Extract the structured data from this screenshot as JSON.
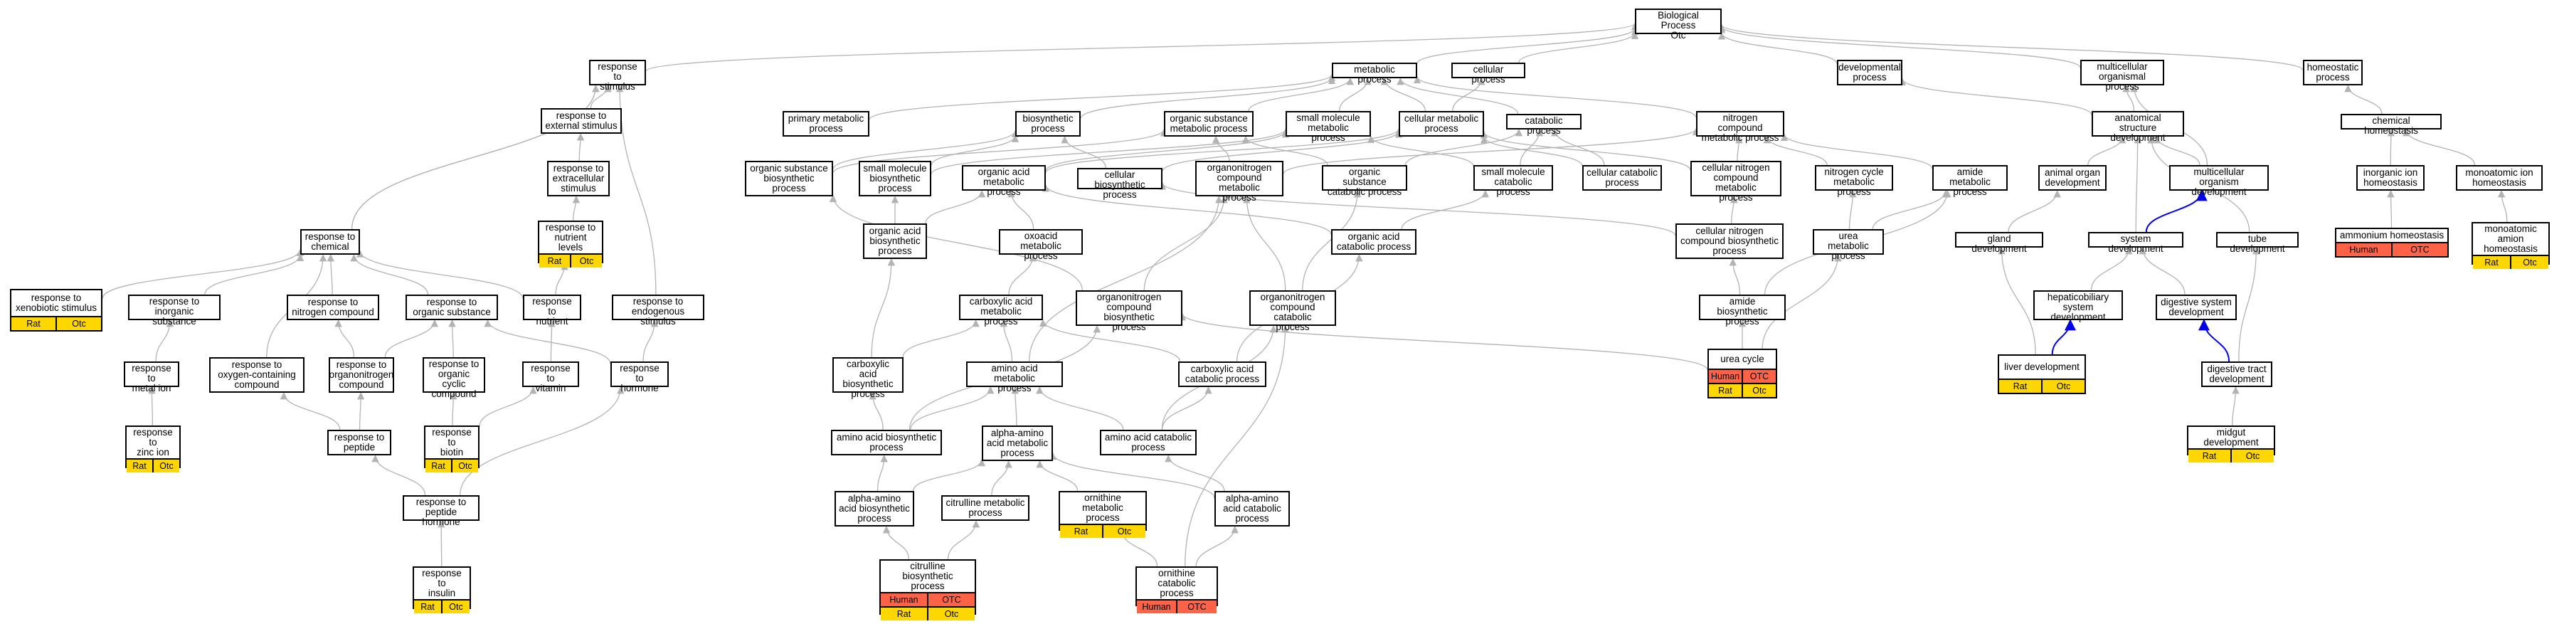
{
  "colors": {
    "edge": "#b3b3b3",
    "edge_highlight": "#0000ee",
    "rat_annotation": "#ffd700",
    "human_annotation": "#ff6347",
    "node_border": "#000000",
    "background": "#ffffff"
  },
  "nodes": [
    {
      "id": "bp",
      "label": "Biological Process\nOtc"
    },
    {
      "id": "resp_stim",
      "label": "response to\nstimulus"
    },
    {
      "id": "metab",
      "label": "metabolic process"
    },
    {
      "id": "cellproc",
      "label": "cellular process"
    },
    {
      "id": "devproc",
      "label": "developmental\nprocess"
    },
    {
      "id": "multiorg",
      "label": "multicellular\norganismal process"
    },
    {
      "id": "homeo",
      "label": "homeostatic\nprocess"
    },
    {
      "id": "resp_ext",
      "label": "response to\nexternal stimulus"
    },
    {
      "id": "primmet",
      "label": "primary metabolic\nprocess"
    },
    {
      "id": "biosyn",
      "label": "biosynthetic\nprocess"
    },
    {
      "id": "orgsub_met",
      "label": "organic substance\nmetabolic process"
    },
    {
      "id": "smallmol_met",
      "label": "small molecule\nmetabolic process"
    },
    {
      "id": "cellmet",
      "label": "cellular metabolic\nprocess"
    },
    {
      "id": "catab",
      "label": "catabolic process"
    },
    {
      "id": "nitro_met",
      "label": "nitrogen compound\nmetabolic process"
    },
    {
      "id": "anat",
      "label": "anatomical structure\ndevelopment"
    },
    {
      "id": "chemhomeo",
      "label": "chemical homeostasis"
    },
    {
      "id": "resp_extra",
      "label": "response to\nextracellular\nstimulus"
    },
    {
      "id": "orgsub_bio",
      "label": "organic substance\nbiosynthetic\nprocess"
    },
    {
      "id": "smallmol_bio",
      "label": "small molecule\nbiosynthetic\nprocess"
    },
    {
      "id": "orgacid_met",
      "label": "organic acid\nmetabolic process"
    },
    {
      "id": "cellbio",
      "label": "cellular biosynthetic\nprocess"
    },
    {
      "id": "orgN_met",
      "label": "organonitrogen\ncompound metabolic\nprocess"
    },
    {
      "id": "orgsub_cat",
      "label": "organic substance\ncatabolic process"
    },
    {
      "id": "smallmol_cat",
      "label": "small molecule\ncatabolic process"
    },
    {
      "id": "cellcat",
      "label": "cellular catabolic\nprocess"
    },
    {
      "id": "cellN_met",
      "label": "cellular nitrogen\ncompound metabolic\nprocess"
    },
    {
      "id": "Ncycle",
      "label": "nitrogen cycle\nmetabolic process"
    },
    {
      "id": "amide_met",
      "label": "amide metabolic\nprocess"
    },
    {
      "id": "animal_organ",
      "label": "animal organ\ndevelopment"
    },
    {
      "id": "multi_dev",
      "label": "multicellular\norganism development"
    },
    {
      "id": "inorg_homeo",
      "label": "inorganic ion\nhomeostasis"
    },
    {
      "id": "monoion_homeo",
      "label": "monoatomic ion\nhomeostasis"
    },
    {
      "id": "resp_nutr_lvl",
      "label": "response to\nnutrient levels",
      "ann": [
        {
          "type": "rat",
          "left": "Rat",
          "right": "Otc"
        }
      ]
    },
    {
      "id": "resp_chem",
      "label": "response to\nchemical"
    },
    {
      "id": "orgacid_bio",
      "label": "organic acid\nbiosynthetic\nprocess"
    },
    {
      "id": "oxo_met",
      "label": "oxoacid metabolic\nprocess"
    },
    {
      "id": "orgacid_cat",
      "label": "organic acid\ncatabolic process"
    },
    {
      "id": "cellN_bio",
      "label": "cellular nitrogen\ncompound biosynthetic\nprocess"
    },
    {
      "id": "urea_met",
      "label": "urea metabolic\nprocess"
    },
    {
      "id": "gland_dev",
      "label": "gland development"
    },
    {
      "id": "sys_dev",
      "label": "system development"
    },
    {
      "id": "tube_dev",
      "label": "tube development"
    },
    {
      "id": "ammon_homeo",
      "label": "ammonium homeostasis",
      "ann": [
        {
          "type": "human",
          "left": "Human",
          "right": "OTC"
        }
      ]
    },
    {
      "id": "monoamine_homeo",
      "label": "monoatomic amion\nhomeostasis",
      "ann": [
        {
          "type": "rat",
          "left": "Rat",
          "right": "Otc"
        }
      ]
    },
    {
      "id": "resp_xeno",
      "label": "response to\nxenobiotic stimulus",
      "ann": [
        {
          "type": "rat",
          "left": "Rat",
          "right": "Otc"
        }
      ]
    },
    {
      "id": "resp_inorg",
      "label": "response to\ninorganic substance"
    },
    {
      "id": "resp_nitro",
      "label": "response to\nnitrogen compound"
    },
    {
      "id": "resp_orgsub",
      "label": "response to\norganic substance"
    },
    {
      "id": "resp_nutr",
      "label": "response to\nnutrient"
    },
    {
      "id": "resp_endo",
      "label": "response to\nendogenous stimulus"
    },
    {
      "id": "carbox_met",
      "label": "carboxylic acid\nmetabolic process"
    },
    {
      "id": "orgN_bio",
      "label": "organonitrogen\ncompound biosynthetic\nprocess"
    },
    {
      "id": "orgN_cat",
      "label": "organonitrogen\ncompound catabolic\nprocess"
    },
    {
      "id": "amide_bio",
      "label": "amide biosynthetic\nprocess"
    },
    {
      "id": "hepato_dev",
      "label": "hepaticobiliary\nsystem development"
    },
    {
      "id": "digsys_dev",
      "label": "digestive system\ndevelopment"
    },
    {
      "id": "resp_metal",
      "label": "response to\nmetal ion"
    },
    {
      "id": "resp_oxy",
      "label": "response to\noxygen-containing\ncompound"
    },
    {
      "id": "resp_orgN",
      "label": "response to\norganonitrogen\ncompound"
    },
    {
      "id": "resp_orgcyc",
      "label": "response to\norganic cyclic\ncompound"
    },
    {
      "id": "resp_vit",
      "label": "response to\nvitamin"
    },
    {
      "id": "resp_horm",
      "label": "response to\nhormone"
    },
    {
      "id": "carbox_bio",
      "label": "carboxylic acid\nbiosynthetic\nprocess"
    },
    {
      "id": "aa_met",
      "label": "amino acid metabolic\nprocess"
    },
    {
      "id": "carbox_cat",
      "label": "carboxylic acid\ncatabolic process"
    },
    {
      "id": "urea_cycle",
      "label": "urea cycle",
      "ann": [
        {
          "type": "human",
          "left": "Human",
          "right": "OTC"
        },
        {
          "type": "rat",
          "left": "Rat",
          "right": "Otc"
        }
      ]
    },
    {
      "id": "liver_dev",
      "label": "liver development",
      "ann": [
        {
          "type": "rat",
          "left": "Rat",
          "right": "Otc"
        }
      ]
    },
    {
      "id": "digtract_dev",
      "label": "digestive tract\ndevelopment"
    },
    {
      "id": "resp_zinc",
      "label": "response to\nzinc ion",
      "ann": [
        {
          "type": "rat",
          "left": "Rat",
          "right": "Otc"
        }
      ]
    },
    {
      "id": "resp_pep",
      "label": "response to\npeptide"
    },
    {
      "id": "resp_biotin",
      "label": "response to\nbiotin",
      "ann": [
        {
          "type": "rat",
          "left": "Rat",
          "right": "Otc"
        }
      ]
    },
    {
      "id": "aa_bio",
      "label": "amino acid biosynthetic\nprocess"
    },
    {
      "id": "aaa_met",
      "label": "alpha-amino\nacid metabolic\nprocess"
    },
    {
      "id": "aa_cat",
      "label": "amino acid catabolic\nprocess"
    },
    {
      "id": "midgut_dev",
      "label": "midgut development",
      "ann": [
        {
          "type": "rat",
          "left": "Rat",
          "right": "Otc"
        }
      ]
    },
    {
      "id": "resp_pephorm",
      "label": "response to\npeptide hormone"
    },
    {
      "id": "aaa_bio",
      "label": "alpha-amino\nacid biosynthetic\nprocess"
    },
    {
      "id": "citr_met",
      "label": "citrulline metabolic\nprocess"
    },
    {
      "id": "orn_met",
      "label": "ornithine metabolic\nprocess",
      "ann": [
        {
          "type": "rat",
          "left": "Rat",
          "right": "Otc"
        }
      ]
    },
    {
      "id": "aaa_cat",
      "label": "alpha-amino\nacid catabolic\nprocess"
    },
    {
      "id": "resp_insulin",
      "label": "response to\ninsulin",
      "ann": [
        {
          "type": "rat",
          "left": "Rat",
          "right": "Otc"
        }
      ]
    },
    {
      "id": "citr_bio",
      "label": "citrulline biosynthetic\nprocess",
      "ann": [
        {
          "type": "human",
          "left": "Human",
          "right": "OTC"
        },
        {
          "type": "rat",
          "left": "Rat",
          "right": "Otc"
        }
      ]
    },
    {
      "id": "orn_cat",
      "label": "ornithine catabolic\nprocess",
      "ann": [
        {
          "type": "human",
          "left": "Human",
          "right": "OTC"
        }
      ]
    }
  ],
  "edges": [
    [
      "resp_stim",
      "bp"
    ],
    [
      "metab",
      "bp"
    ],
    [
      "cellproc",
      "bp"
    ],
    [
      "devproc",
      "bp"
    ],
    [
      "multiorg",
      "bp"
    ],
    [
      "homeo",
      "bp"
    ],
    [
      "resp_ext",
      "resp_stim"
    ],
    [
      "resp_extra",
      "resp_ext"
    ],
    [
      "resp_nutr_lvl",
      "resp_extra"
    ],
    [
      "resp_chem",
      "resp_stim"
    ],
    [
      "resp_endo",
      "resp_stim"
    ],
    [
      "primmet",
      "metab"
    ],
    [
      "biosyn",
      "metab"
    ],
    [
      "orgsub_met",
      "metab"
    ],
    [
      "smallmol_met",
      "metab"
    ],
    [
      "cellmet",
      "metab"
    ],
    [
      "catab",
      "metab"
    ],
    [
      "nitro_met",
      "metab"
    ],
    [
      "cellmet",
      "cellproc"
    ],
    [
      "anat",
      "devproc"
    ],
    [
      "anat",
      "multiorg"
    ],
    [
      "multi_dev",
      "multiorg"
    ],
    [
      "chemhomeo",
      "homeo"
    ],
    [
      "inorg_homeo",
      "chemhomeo"
    ],
    [
      "monoion_homeo",
      "chemhomeo"
    ],
    [
      "ammon_homeo",
      "inorg_homeo"
    ],
    [
      "monoamine_homeo",
      "monoion_homeo"
    ],
    [
      "orgsub_bio",
      "biosyn"
    ],
    [
      "orgsub_bio",
      "orgsub_met"
    ],
    [
      "smallmol_bio",
      "smallmol_met"
    ],
    [
      "smallmol_bio",
      "biosyn"
    ],
    [
      "orgacid_met",
      "smallmol_met"
    ],
    [
      "orgacid_met",
      "cellmet"
    ],
    [
      "cellbio",
      "biosyn"
    ],
    [
      "cellbio",
      "cellmet"
    ],
    [
      "orgN_met",
      "orgsub_met"
    ],
    [
      "orgN_met",
      "nitro_met"
    ],
    [
      "orgsub_cat",
      "catab"
    ],
    [
      "orgsub_cat",
      "orgsub_met"
    ],
    [
      "smallmol_cat",
      "catab"
    ],
    [
      "smallmol_cat",
      "smallmol_met"
    ],
    [
      "cellcat",
      "catab"
    ],
    [
      "cellcat",
      "cellmet"
    ],
    [
      "cellN_met",
      "nitro_met"
    ],
    [
      "cellN_met",
      "cellmet"
    ],
    [
      "Ncycle",
      "nitro_met"
    ],
    [
      "amide_met",
      "nitro_met"
    ],
    [
      "animal_organ",
      "anat"
    ],
    [
      "multi_dev",
      "anat"
    ],
    [
      "sys_dev",
      "anat"
    ],
    [
      "tube_dev",
      "anat"
    ],
    [
      "sys_dev",
      "multi_dev"
    ],
    [
      "resp_chem",
      "resp_stim"
    ],
    [
      "resp_xeno",
      "resp_chem"
    ],
    [
      "resp_inorg",
      "resp_chem"
    ],
    [
      "resp_nitro",
      "resp_chem"
    ],
    [
      "resp_orgsub",
      "resp_chem"
    ],
    [
      "resp_nutr",
      "resp_nutr_lvl"
    ],
    [
      "resp_nutr",
      "resp_chem"
    ],
    [
      "orgacid_bio",
      "orgacid_met"
    ],
    [
      "orgacid_bio",
      "smallmol_bio"
    ],
    [
      "oxo_met",
      "orgacid_met"
    ],
    [
      "orgacid_cat",
      "orgacid_met"
    ],
    [
      "orgacid_cat",
      "smallmol_cat"
    ],
    [
      "cellN_bio",
      "cellN_met"
    ],
    [
      "cellN_bio",
      "cellbio"
    ],
    [
      "urea_met",
      "Ncycle"
    ],
    [
      "urea_met",
      "amide_met"
    ],
    [
      "gland_dev",
      "animal_organ"
    ],
    [
      "hepato_dev",
      "sys_dev"
    ],
    [
      "digsys_dev",
      "sys_dev"
    ],
    [
      "liver_dev",
      "gland_dev"
    ],
    [
      "liver_dev",
      "hepato_dev"
    ],
    [
      "digtract_dev",
      "digsys_dev"
    ],
    [
      "digtract_dev",
      "tube_dev"
    ],
    [
      "midgut_dev",
      "digtract_dev"
    ],
    [
      "resp_metal",
      "resp_inorg"
    ],
    [
      "resp_zinc",
      "resp_metal"
    ],
    [
      "resp_oxy",
      "resp_chem"
    ],
    [
      "resp_orgN",
      "resp_nitro"
    ],
    [
      "resp_orgN",
      "resp_orgsub"
    ],
    [
      "resp_orgcyc",
      "resp_orgsub"
    ],
    [
      "resp_vit",
      "resp_nutr"
    ],
    [
      "resp_horm",
      "resp_endo"
    ],
    [
      "resp_horm",
      "resp_orgsub"
    ],
    [
      "resp_pep",
      "resp_oxy"
    ],
    [
      "resp_pep",
      "resp_orgN"
    ],
    [
      "resp_biotin",
      "resp_orgcyc"
    ],
    [
      "resp_biotin",
      "resp_vit"
    ],
    [
      "resp_pephorm",
      "resp_pep"
    ],
    [
      "resp_pephorm",
      "resp_horm"
    ],
    [
      "resp_insulin",
      "resp_pephorm"
    ],
    [
      "carbox_met",
      "oxo_met"
    ],
    [
      "orgN_bio",
      "orgN_met"
    ],
    [
      "orgN_bio",
      "orgsub_bio"
    ],
    [
      "orgN_cat",
      "orgN_met"
    ],
    [
      "orgN_cat",
      "orgsub_cat"
    ],
    [
      "amide_bio",
      "amide_met"
    ],
    [
      "amide_bio",
      "cellN_bio"
    ],
    [
      "carbox_bio",
      "carbox_met"
    ],
    [
      "carbox_bio",
      "orgacid_bio"
    ],
    [
      "aa_met",
      "carbox_met"
    ],
    [
      "aa_met",
      "orgN_met"
    ],
    [
      "carbox_cat",
      "carbox_met"
    ],
    [
      "carbox_cat",
      "orgacid_cat"
    ],
    [
      "urea_cycle",
      "urea_met"
    ],
    [
      "urea_cycle",
      "amide_bio"
    ],
    [
      "urea_cycle",
      "orgN_bio"
    ],
    [
      "aa_bio",
      "aa_met"
    ],
    [
      "aa_bio",
      "carbox_bio"
    ],
    [
      "aa_bio",
      "orgN_bio"
    ],
    [
      "aaa_met",
      "aa_met"
    ],
    [
      "aa_cat",
      "aa_met"
    ],
    [
      "aa_cat",
      "carbox_cat"
    ],
    [
      "aa_cat",
      "orgN_cat"
    ],
    [
      "aaa_bio",
      "aa_bio"
    ],
    [
      "aaa_bio",
      "aaa_met"
    ],
    [
      "citr_met",
      "aaa_met"
    ],
    [
      "orn_met",
      "aaa_met"
    ],
    [
      "aaa_cat",
      "aa_cat"
    ],
    [
      "aaa_cat",
      "aaa_met"
    ],
    [
      "citr_bio",
      "citr_met"
    ],
    [
      "citr_bio",
      "aaa_bio"
    ],
    [
      "orn_cat",
      "orn_met"
    ],
    [
      "orn_cat",
      "aaa_cat"
    ],
    [
      "orn_cat",
      "orgN_cat"
    ]
  ],
  "highlight_edges": [
    [
      "sys_dev",
      "multi_dev"
    ],
    [
      "tube_dev",
      "multi_dev"
    ],
    [
      "liver_dev",
      "hepato_dev"
    ],
    [
      "digtract_dev",
      "digsys_dev"
    ]
  ]
}
